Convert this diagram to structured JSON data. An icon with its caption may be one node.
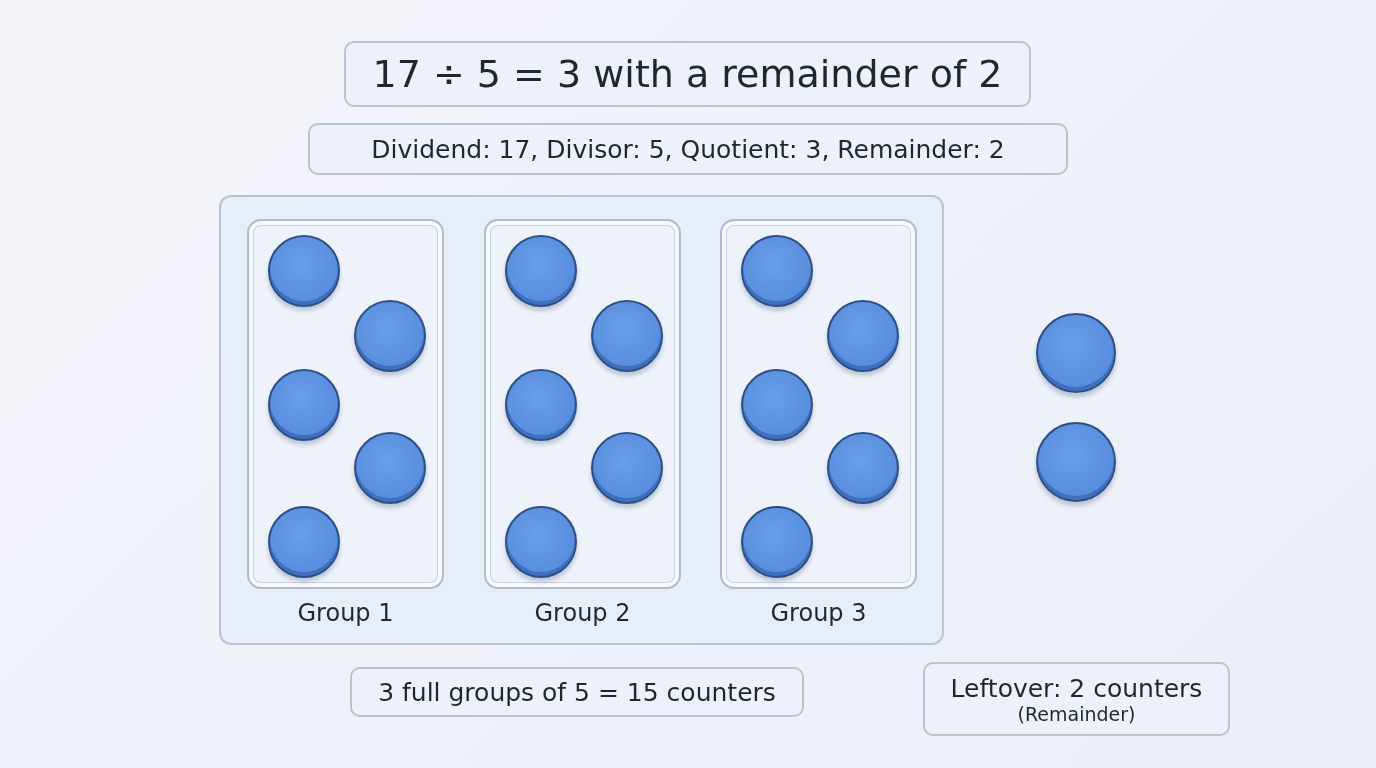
{
  "diagram": {
    "nodes": [
      {
        "text": [
          "17 ÷ 5 = 3 with a remainder of 2"
        ]
      },
      {
        "text": [
          "Dividend: 17, Divisor: 5, Quotient: 3, Remainder: 2"
        ]
      },
      {
        "text": [],
        "shape": "box"
      },
      {
        "text": [
          "Group 1"
        ],
        "in": 2
      },
      {
        "text": [],
        "shape": "circle",
        "in": 3
      },
      {
        "text": [],
        "shape": "circle",
        "in": 3
      },
      {
        "text": [],
        "shape": "circle",
        "in": 3
      },
      {
        "text": [],
        "shape": "circle",
        "in": 3
      },
      {
        "text": [],
        "shape": "circle",
        "in": 3
      },
      {
        "text": [
          "Group 2"
        ],
        "in": 2
      },
      {
        "text": [],
        "shape": "circle",
        "in": 9
      },
      {
        "text": [],
        "shape": "circle",
        "in": 9
      },
      {
        "text": [],
        "shape": "circle",
        "in": 9
      },
      {
        "text": [],
        "shape": "circle",
        "in": 9
      },
      {
        "text": [],
        "shape": "circle",
        "in": 9
      },
      {
        "text": [
          "Group 3"
        ],
        "in": 2
      },
      {
        "text": [],
        "shape": "circle",
        "in": 15
      },
      {
        "text": [],
        "shape": "circle",
        "in": 15
      },
      {
        "text": [],
        "shape": "circle",
        "in": 15
      },
      {
        "text": [],
        "shape": "circle",
        "in": 15
      },
      {
        "text": [],
        "shape": "circle",
        "in": 15
      },
      {
        "text": [],
        "shape": "circle"
      },
      {
        "text": [],
        "shape": "circle"
      },
      {
        "text": [
          "3 full groups of 5 = 15 counters"
        ]
      },
      {
        "text": [
          "Leftover: 2 counters",
          "(Remainder)"
        ]
      }
    ]
  }
}
